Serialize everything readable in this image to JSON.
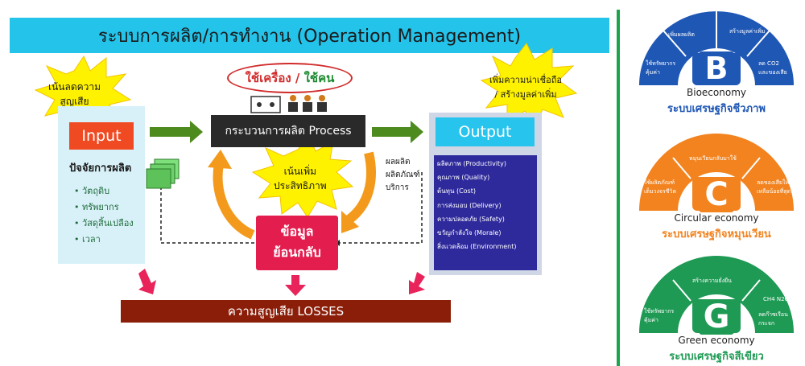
{
  "title": "ระบบการผลิต/การทำงาน (Operation Management)",
  "input": {
    "label": "Input",
    "subtitle": "ปัจจัยการผลิต",
    "items": [
      "วัตถุดิบ",
      "ทรัพยากร",
      "วัสดุสิ้นเปลือง",
      "เวลา"
    ]
  },
  "callouts": {
    "reduce_loss": [
      "เน้นลดความ",
      "สูญเสีย"
    ],
    "efficiency": [
      "เน้นเพิ่ม",
      "ประสิทธิภาพ"
    ],
    "value": [
      "เพิ่มความน่าเชื่อถือ",
      "/ สร้างมูลค่าเพิ่ม"
    ]
  },
  "machine_people": {
    "machine": "ใช้เครื่อง",
    "separator": " / ",
    "people": "ใช้คน"
  },
  "process_label": "กระบวนการผลิต Process",
  "product_note": [
    "ผลผลิต",
    "ผลิตภัณฑ์",
    "บริการ"
  ],
  "output": {
    "label": "Output",
    "items": [
      "ผลิตภาพ (Productivity)",
      "คุณภาพ (Quality)",
      "ต้นทุน (Cost)",
      "การส่งมอบ (Delivery)",
      "ความปลอดภัย (Safety)",
      "ขวัญกำลังใจ (Morale)",
      "สิ่งแวดล้อม (Environment)"
    ]
  },
  "feedback": [
    "ข้อมูล",
    "ย้อนกลับ"
  ],
  "losses": "ความสูญเสีย LOSSES",
  "bcg": {
    "b": {
      "letter": "B",
      "name": "Bioeconomy",
      "thai": "ระบบเศรษฐกิจชีวภาพ",
      "arc": [
        "เพิ่มผลผลิต",
        "สร้างมูลค่าเพิ่ม",
        "ใช้ทรัพยากรคุ้มค่า",
        "ลด CO2 และของเสีย"
      ]
    },
    "c": {
      "letter": "C",
      "name": "Circular economy",
      "thai": "ระบบเศรษฐกิจหมุนเวียน",
      "arc": [
        "หมุนเวียนกลับมาใช้",
        "ใช้ผลิตภัณฑ์เต็มวงจรชีวิต",
        "ลดของเสียให้เหลือน้อยที่สุด"
      ]
    },
    "g": {
      "letter": "G",
      "name": "Green economy",
      "thai": "ระบบเศรษฐกิจสีเขียว",
      "arc": [
        "สร้างความยั่งยืน",
        "ใช้ทรัพยากรคุ้มค่า",
        "CH4 N2O",
        "ลดก๊าซเรือนกระจก"
      ]
    }
  },
  "colors": {
    "title_bg": "#24c3ea",
    "input_tab": "#f04a23",
    "output_tab": "#27c4ee",
    "output_list": "#2e2a9c",
    "feedback": "#e31e4f",
    "losses": "#8b1e09",
    "arrow_green": "#4e8b1e",
    "arrow_orange": "#f39a1c",
    "arrow_pink": "#e8245a",
    "burst_yellow": "#fff200",
    "bcg_blue": "#1f57b5",
    "bcg_orange": "#f2831f",
    "bcg_green": "#1e9a54",
    "divider": "#1aa54a"
  }
}
